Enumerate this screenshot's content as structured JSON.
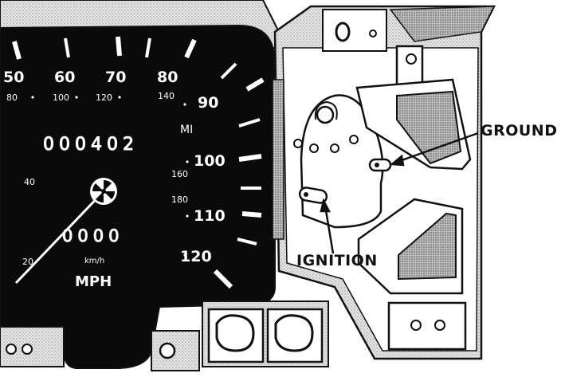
{
  "speedometer": {
    "mph_major_labels": [
      "50",
      "60",
      "70",
      "80",
      "90",
      "100",
      "110",
      "120"
    ],
    "kmh_labels": [
      "80",
      "100",
      "120",
      "140",
      "160",
      "180",
      "40",
      "20"
    ],
    "odometer": "000402",
    "trip_odometer": "0000",
    "odometer_unit": "MI",
    "kmh_unit": "km/h",
    "mph_unit": "MPH"
  },
  "callouts": {
    "ground": "GROUND",
    "ignition": "IGNITION"
  },
  "colors": {
    "ink": "#111111",
    "dial_face": "#0a0a0a",
    "paper": "#ffffff",
    "housing": "#cfcfcf"
  }
}
